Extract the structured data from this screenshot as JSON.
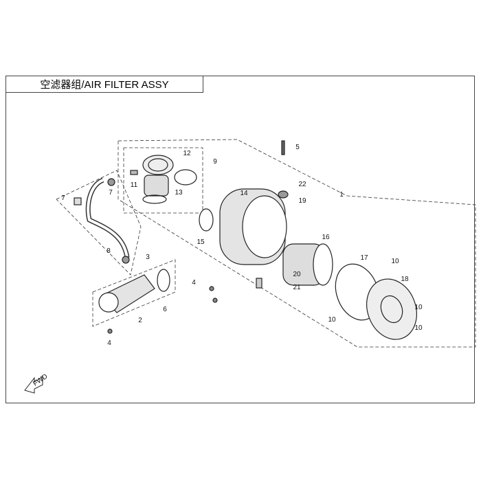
{
  "title": "空滤器组/AIR FILTER ASSY",
  "callouts": [
    "5",
    "9",
    "12",
    "14",
    "22",
    "1",
    "19",
    "11",
    "7",
    "7",
    "13",
    "15",
    "16",
    "17",
    "10",
    "18",
    "8",
    "3",
    "20",
    "21",
    "4",
    "6",
    "2",
    "10",
    "10",
    "10",
    "4"
  ],
  "fwd_marker": "FWD"
}
